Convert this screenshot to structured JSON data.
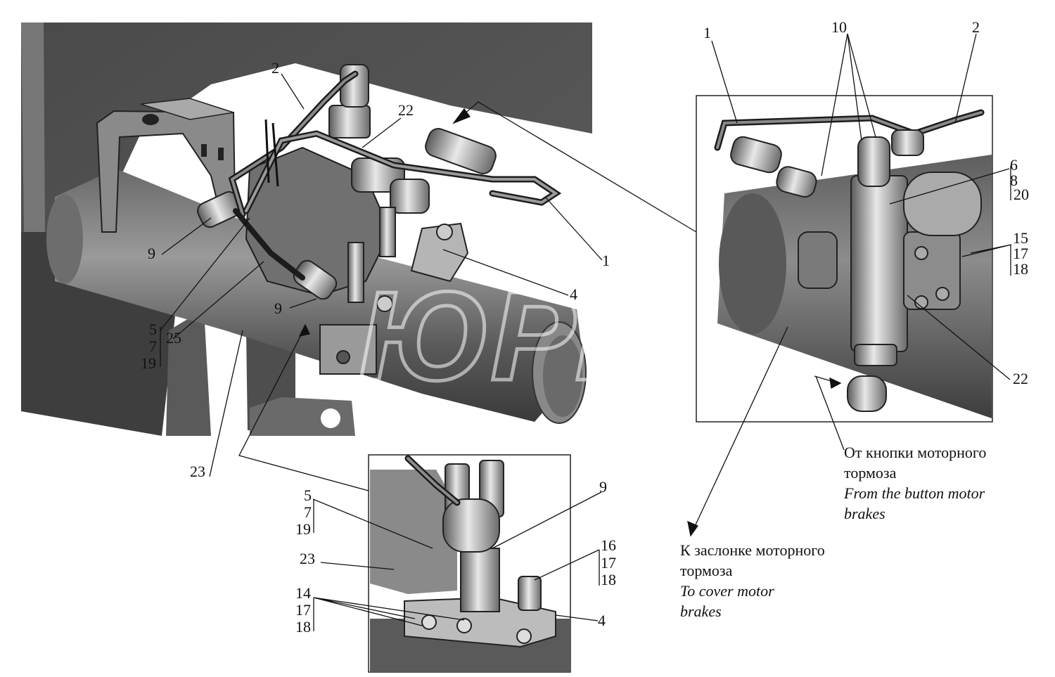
{
  "watermark": "ЮPEX",
  "callouts": {
    "main": {
      "c2": "2",
      "c22": "22",
      "c9a": "9",
      "c9b": "9",
      "c1": "1",
      "c4": "4",
      "c5": "5",
      "c7": "7",
      "c19": "19",
      "c25": "25",
      "c23": "23"
    },
    "right": {
      "c1": "1",
      "c10": "10",
      "c2": "2",
      "c6": "6",
      "c8": "8",
      "c20": "20",
      "c15": "15",
      "c17": "17",
      "c18": "18",
      "c22": "22"
    },
    "bottom": {
      "c5": "5",
      "c7": "7",
      "c19": "19",
      "c9": "9",
      "c23": "23",
      "c16": "16",
      "c17a": "17",
      "c18a": "18",
      "c14": "14",
      "c17b": "17",
      "c18b": "18",
      "c4": "4"
    }
  },
  "captions": {
    "from_button": {
      "ru_line1": "От кнопки моторного",
      "ru_line2": "тормоза",
      "en_line1": "From the button motor",
      "en_line2": "brakes"
    },
    "to_cover": {
      "ru_line1": "К заслонке моторного",
      "ru_line2": "тормоза",
      "en_line1": "To cover motor",
      "en_line2": "brakes"
    }
  }
}
